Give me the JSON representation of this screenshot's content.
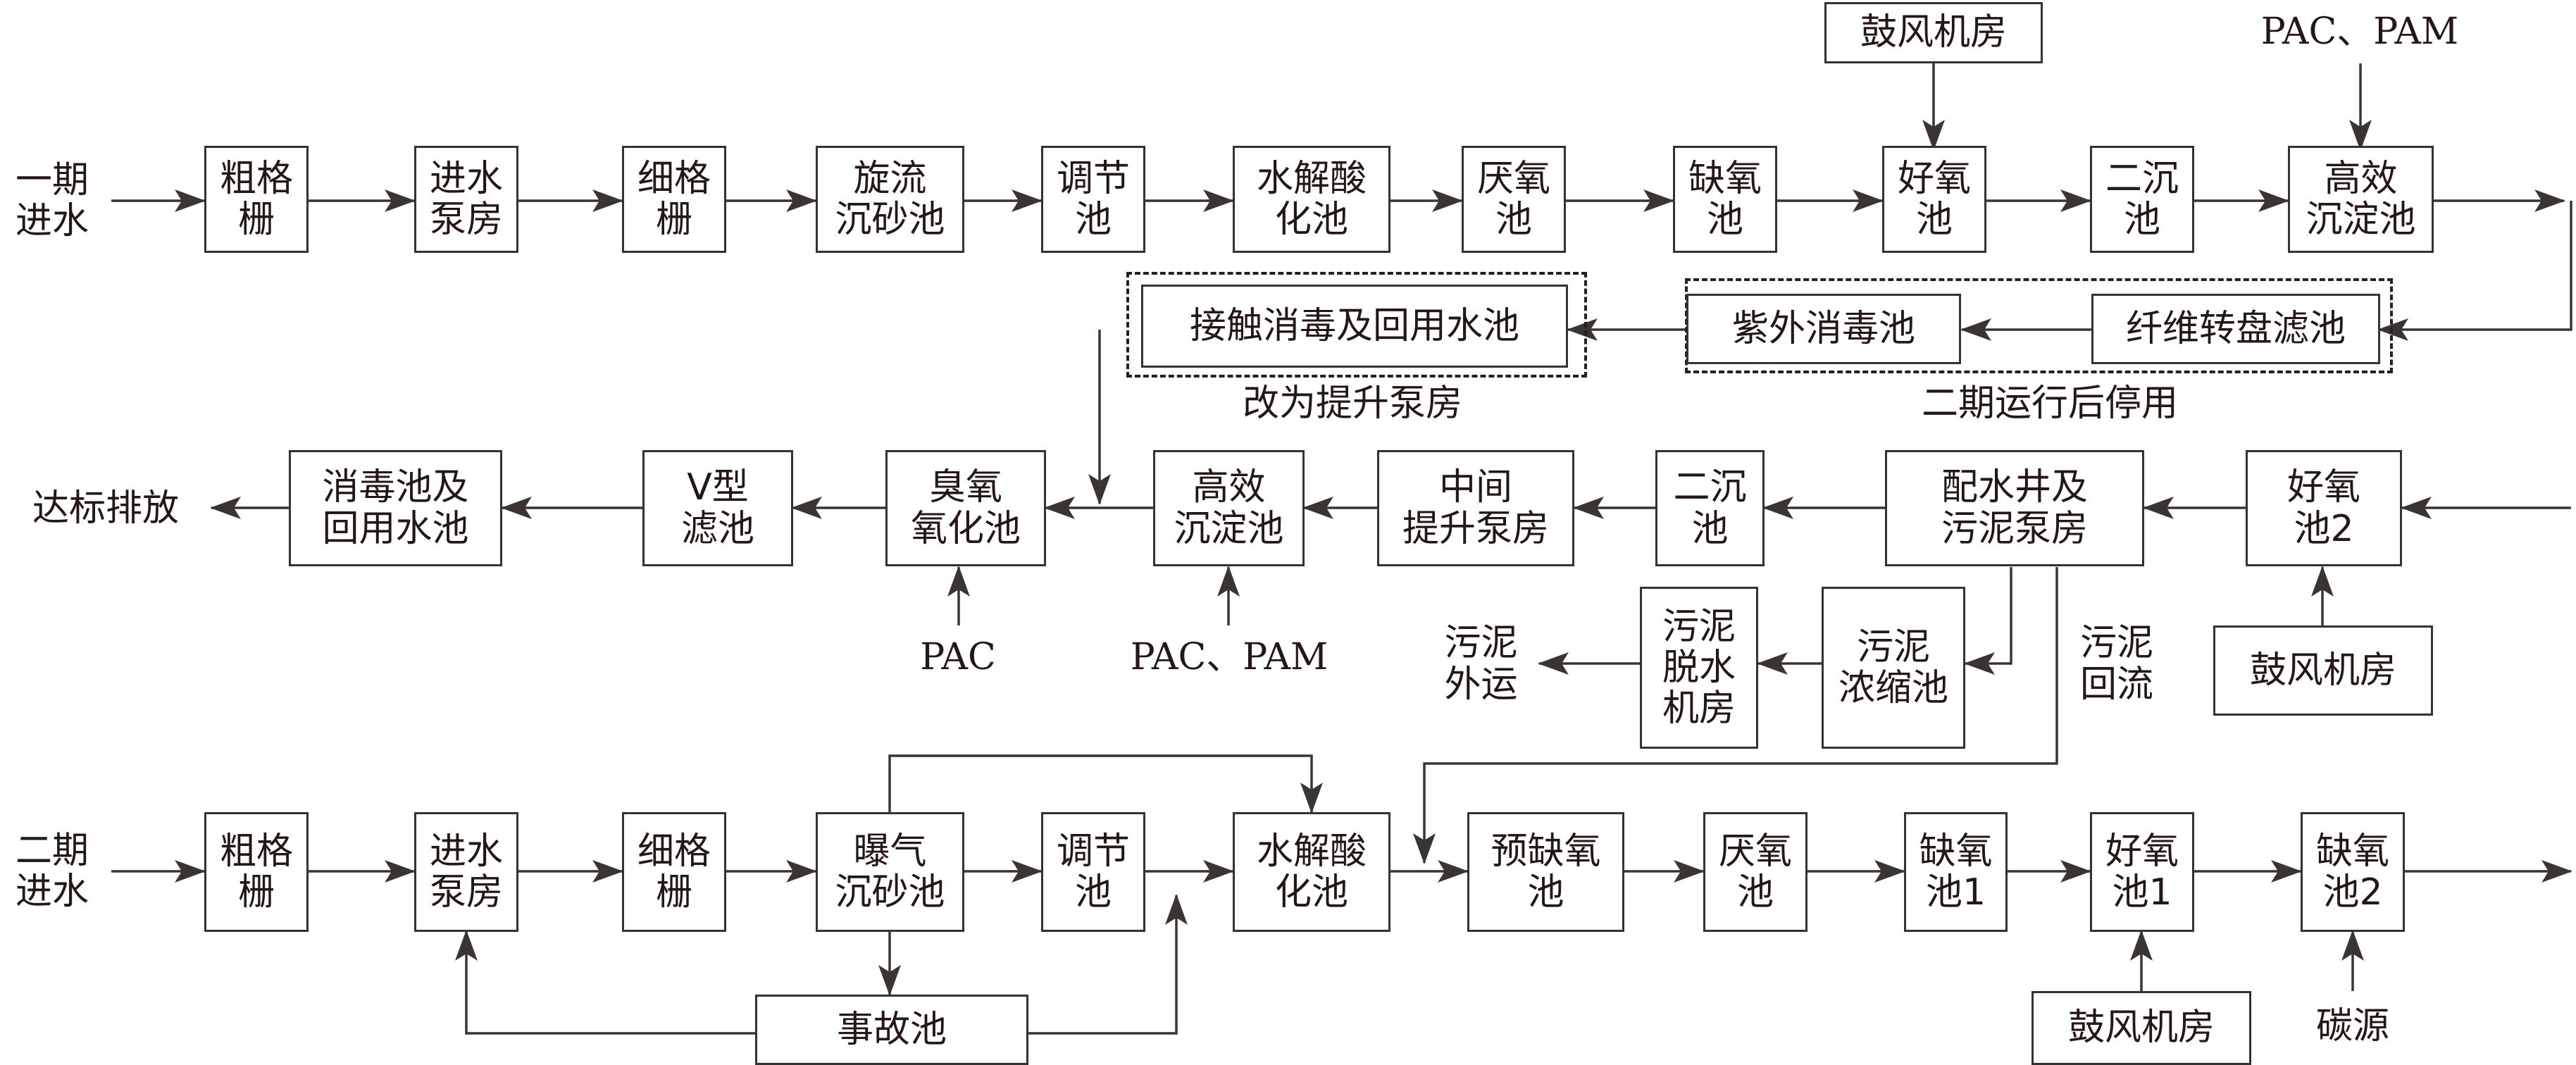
{
  "phase1": {
    "inlet": "一期\n进水",
    "coarse_screen": "粗格\n栅",
    "inlet_pump": "进水\n泵房",
    "fine_screen": "细格\n栅",
    "vortex_grit": "旋流\n沉砂池",
    "equalization": "调节\n池",
    "hydrolysis": "水解酸\n化池",
    "anaerobic": "厌氧\n池",
    "anoxic": "缺氧\n池",
    "aerobic": "好氧\n池",
    "secondary_clarifier": "二沉\n池",
    "hes": "高效\n沉淀池",
    "blower_room": "鼓风机房",
    "pac_pam": "PAC、PAM",
    "fiber_disc_filter": "纤维转盘滤池",
    "uv": "紫外消毒池",
    "contact_tank": "接触消毒及回用水池",
    "note_pump_house": "改为提升泵房",
    "note_stopped": "二期运行后停用"
  },
  "middle": {
    "discharge": "达标排放",
    "disinfection_pool": "消毒池及\n回用水池",
    "v_filter": "V型\n滤池",
    "ozone": "臭氧\n氧化池",
    "hes": "高效\n沉淀池",
    "lift_pump": "中间\n提升泵房",
    "secondary_clarifier": "二沉\n池",
    "distribution_well": "配水井及\n污泥泵房",
    "aerobic2": "好氧\n池2",
    "pac": "PAC",
    "pac_pam": "PAC、PAM",
    "blower_room": "鼓风机房",
    "sludge_out": "污泥\n外运",
    "dewatering": "污泥\n脱水\n机房",
    "thickener": "污泥\n浓缩池",
    "sludge_return": "污泥\n回流"
  },
  "phase2": {
    "inlet": "二期\n进水",
    "coarse_screen": "粗格\n栅",
    "inlet_pump": "进水\n泵房",
    "fine_screen": "细格\n栅",
    "aerated_grit": "曝气\n沉砂池",
    "equalization": "调节\n池",
    "hydrolysis": "水解酸\n化池",
    "pre_anoxic": "预缺氧\n池",
    "anaerobic": "厌氧\n池",
    "anoxic1": "缺氧\n池1",
    "aerobic1": "好氧\n池1",
    "anoxic2": "缺氧\n池2",
    "accident_pool": "事故池",
    "blower_room": "鼓风机房",
    "carbon_source": "碳源"
  }
}
